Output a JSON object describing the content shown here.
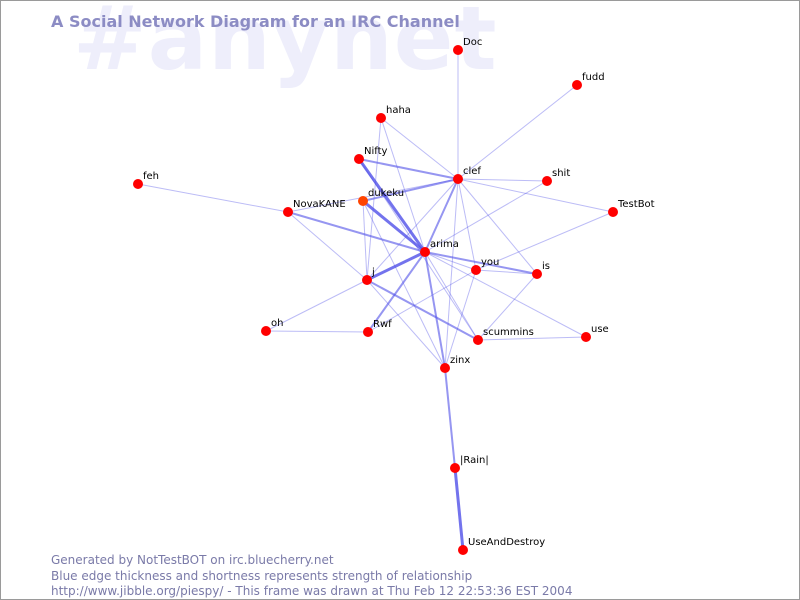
{
  "header": {
    "title": "A Social Network Diagram for an IRC Channel",
    "watermark": "#anynet"
  },
  "footer": {
    "line1": "Generated by NotTestBOT on irc.bluecherry.net",
    "line2": "Blue edge thickness and shortness represents strength of relationship",
    "line3": "http://www.jibble.org/piespy/ - This frame was drawn at Thu Feb 12 22:53:36 EST 2004"
  },
  "colors": {
    "node": "#ff0000",
    "node_highlight": "#ff4400",
    "edge": "#5050e8",
    "title": "#8c8cc4",
    "watermark": "#eeeefb",
    "footer": "#7a7aa8"
  },
  "graph": {
    "nodes": [
      {
        "id": "Doc",
        "label": "Doc"
      },
      {
        "id": "fudd",
        "label": "fudd"
      },
      {
        "id": "haha",
        "label": "haha"
      },
      {
        "id": "Nifty",
        "label": "Nifty"
      },
      {
        "id": "clef",
        "label": "clef"
      },
      {
        "id": "shit",
        "label": "shit"
      },
      {
        "id": "feh",
        "label": "feh"
      },
      {
        "id": "dukeku",
        "label": "dukeku"
      },
      {
        "id": "NovaKANE",
        "label": "NovaKANE"
      },
      {
        "id": "TestBot",
        "label": "TestBot"
      },
      {
        "id": "arima",
        "label": "arima"
      },
      {
        "id": "you",
        "label": "you"
      },
      {
        "id": "is",
        "label": "is"
      },
      {
        "id": "j",
        "label": "j"
      },
      {
        "id": "oh",
        "label": "oh"
      },
      {
        "id": "Rwf",
        "label": "Rwf"
      },
      {
        "id": "scummins",
        "label": "scummins"
      },
      {
        "id": "use",
        "label": "use"
      },
      {
        "id": "zinx",
        "label": "zinx"
      },
      {
        "id": "Rain",
        "label": "|Rain|"
      },
      {
        "id": "UseAndDestroy",
        "label": "UseAndDestroy"
      }
    ],
    "edges": [
      {
        "source": "Doc",
        "target": "clef",
        "weight": 1
      },
      {
        "source": "fudd",
        "target": "clef",
        "weight": 1
      },
      {
        "source": "haha",
        "target": "clef",
        "weight": 1
      },
      {
        "source": "haha",
        "target": "arima",
        "weight": 1
      },
      {
        "source": "haha",
        "target": "j",
        "weight": 1
      },
      {
        "source": "Nifty",
        "target": "clef",
        "weight": 2
      },
      {
        "source": "Nifty",
        "target": "arima",
        "weight": 3
      },
      {
        "source": "Nifty",
        "target": "scummins",
        "weight": 1
      },
      {
        "source": "clef",
        "target": "dukeku",
        "weight": 2
      },
      {
        "source": "clef",
        "target": "shit",
        "weight": 1
      },
      {
        "source": "clef",
        "target": "TestBot",
        "weight": 1
      },
      {
        "source": "clef",
        "target": "arima",
        "weight": 2
      },
      {
        "source": "clef",
        "target": "you",
        "weight": 1
      },
      {
        "source": "clef",
        "target": "is",
        "weight": 1
      },
      {
        "source": "clef",
        "target": "j",
        "weight": 1
      },
      {
        "source": "clef",
        "target": "zinx",
        "weight": 1
      },
      {
        "source": "clef",
        "target": "NovaKANE",
        "weight": 1
      },
      {
        "source": "shit",
        "target": "arima",
        "weight": 1
      },
      {
        "source": "feh",
        "target": "NovaKANE",
        "weight": 1
      },
      {
        "source": "dukeku",
        "target": "arima",
        "weight": 3
      },
      {
        "source": "dukeku",
        "target": "j",
        "weight": 1
      },
      {
        "source": "dukeku",
        "target": "zinx",
        "weight": 1
      },
      {
        "source": "NovaKANE",
        "target": "arima",
        "weight": 2
      },
      {
        "source": "NovaKANE",
        "target": "j",
        "weight": 1
      },
      {
        "source": "TestBot",
        "target": "you",
        "weight": 1
      },
      {
        "source": "arima",
        "target": "you",
        "weight": 1
      },
      {
        "source": "arima",
        "target": "is",
        "weight": 2
      },
      {
        "source": "arima",
        "target": "j",
        "weight": 3
      },
      {
        "source": "arima",
        "target": "Rwf",
        "weight": 2
      },
      {
        "source": "arima",
        "target": "scummins",
        "weight": 1
      },
      {
        "source": "arima",
        "target": "zinx",
        "weight": 2
      },
      {
        "source": "arima",
        "target": "use",
        "weight": 1
      },
      {
        "source": "you",
        "target": "is",
        "weight": 1
      },
      {
        "source": "you",
        "target": "Rwf",
        "weight": 1
      },
      {
        "source": "you",
        "target": "zinx",
        "weight": 1
      },
      {
        "source": "is",
        "target": "scummins",
        "weight": 1
      },
      {
        "source": "j",
        "target": "oh",
        "weight": 1
      },
      {
        "source": "j",
        "target": "scummins",
        "weight": 2
      },
      {
        "source": "j",
        "target": "zinx",
        "weight": 1
      },
      {
        "source": "oh",
        "target": "Rwf",
        "weight": 1
      },
      {
        "source": "scummins",
        "target": "use",
        "weight": 1
      },
      {
        "source": "zinx",
        "target": "Rain",
        "weight": 2
      },
      {
        "source": "Rain",
        "target": "UseAndDestroy",
        "weight": 3
      }
    ]
  }
}
